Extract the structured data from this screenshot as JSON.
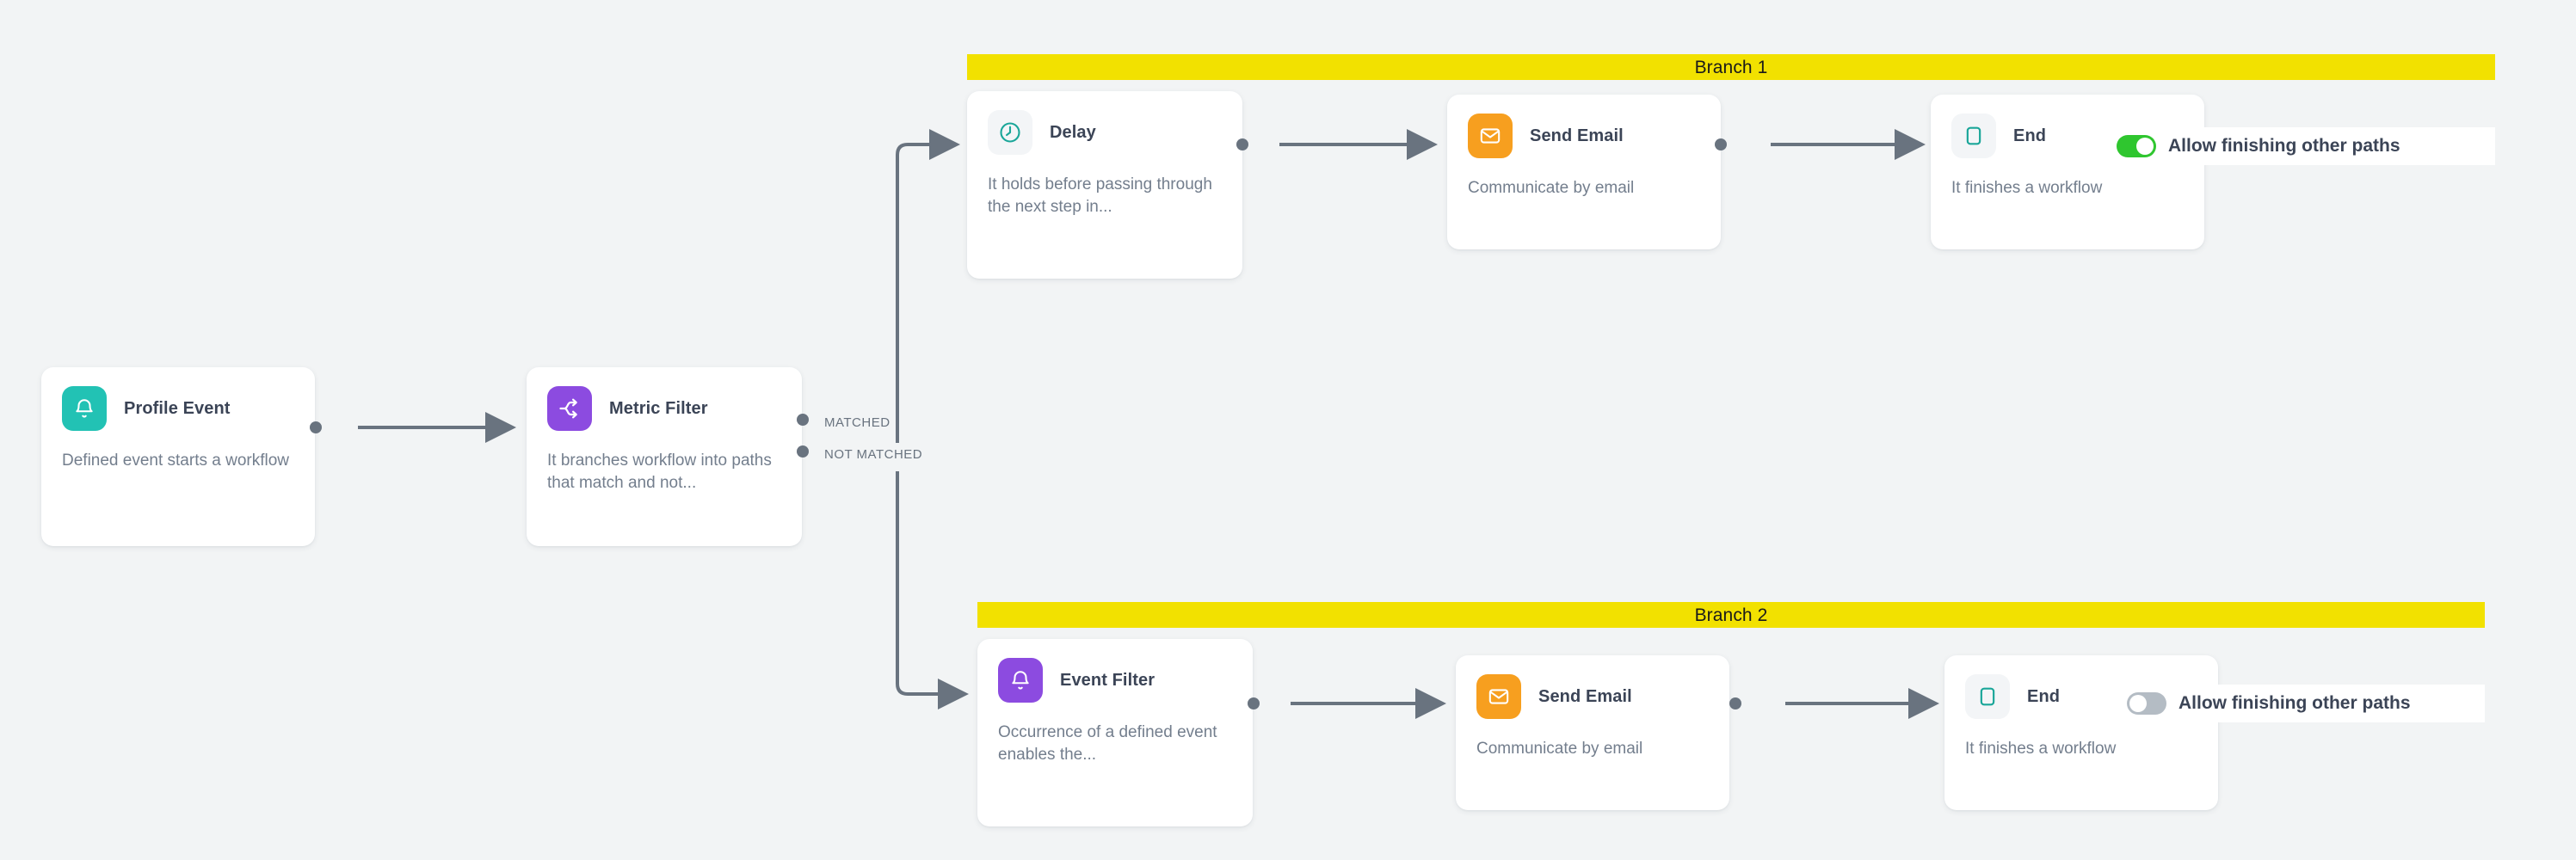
{
  "canvas": {
    "background": "#f2f4f5"
  },
  "palette": {
    "teal": "#22c2b4",
    "purple": "#8c4be0",
    "orange": "#f79f1f",
    "yellow": "#f2e100",
    "toggle_on": "#2fc62f",
    "toggle_off": "#b4bcc4",
    "wire": "#69737f",
    "title": "#3b4456",
    "desc": "#737e8d"
  },
  "nodes": {
    "profile_event": {
      "title": "Profile Event",
      "desc": "Defined event starts a workflow",
      "icon": "bell-icon"
    },
    "metric_filter": {
      "title": "Metric Filter",
      "desc": "It branches workflow into paths that match and not...",
      "icon": "branch-split-icon"
    },
    "delay": {
      "title": "Delay",
      "desc": "It holds before passing through the next step in...",
      "icon": "clock-icon"
    },
    "send_email_1": {
      "title": "Send Email",
      "desc": "Communicate by email",
      "icon": "envelope-icon"
    },
    "end_1": {
      "title": "End",
      "desc": "It finishes a workflow",
      "icon": "stop-square-icon"
    },
    "event_filter": {
      "title": "Event Filter",
      "desc": "Occurrence of a defined event enables the...",
      "icon": "bell-icon"
    },
    "send_email_2": {
      "title": "Send Email",
      "desc": "Communicate by email",
      "icon": "envelope-icon"
    },
    "end_2": {
      "title": "End",
      "desc": "It finishes a workflow",
      "icon": "stop-square-icon"
    }
  },
  "ports": {
    "matched": "MATCHED",
    "not_matched": "NOT MATCHED"
  },
  "branches": {
    "branch_1": {
      "label": "Branch 1"
    },
    "branch_2": {
      "label": "Branch 2"
    }
  },
  "toggles": {
    "allow_1": {
      "label": "Allow finishing other paths",
      "state": "on"
    },
    "allow_2": {
      "label": "Allow finishing other paths",
      "state": "off"
    }
  }
}
